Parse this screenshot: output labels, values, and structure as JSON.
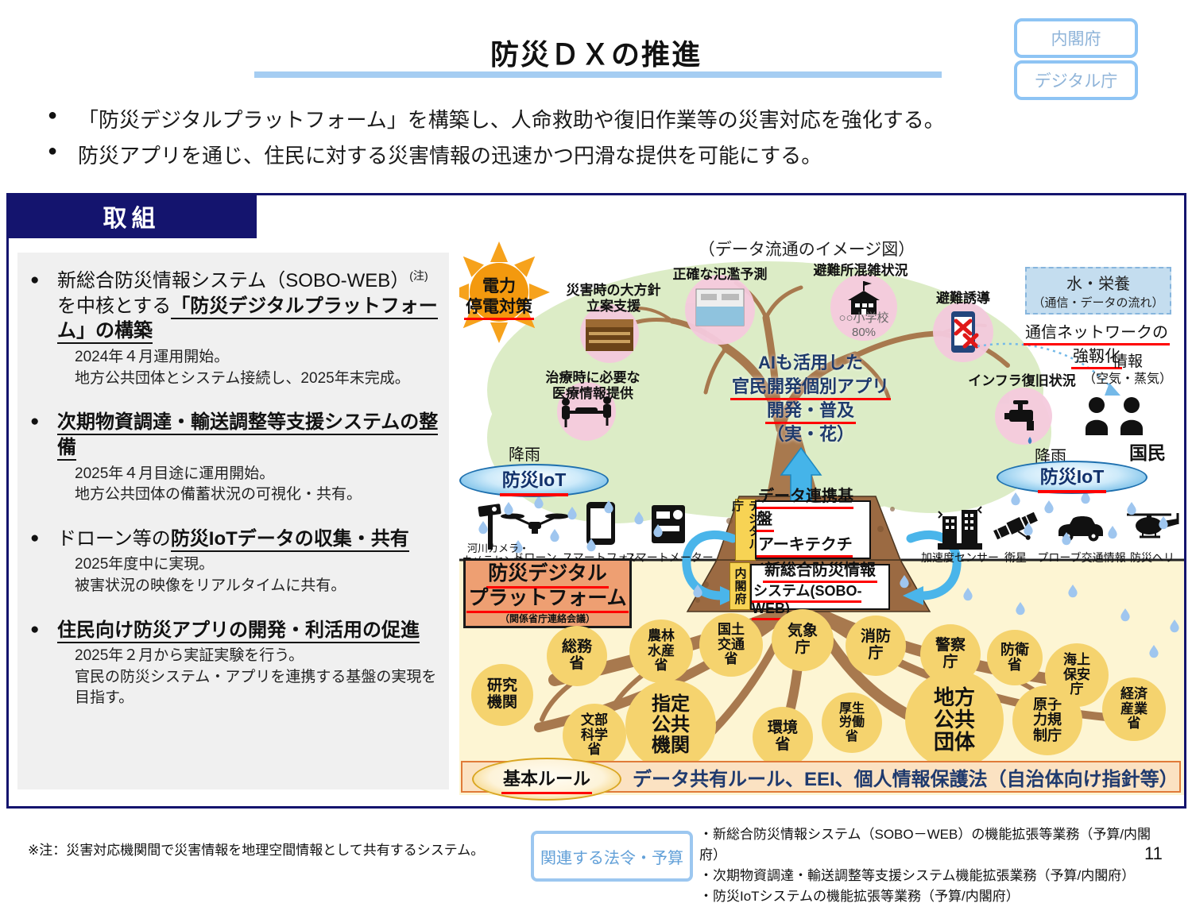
{
  "page": {
    "title": "防災ＤＸの推進",
    "badges": [
      "内閣府",
      "デジタル庁"
    ],
    "intro_bullets": [
      "「防災デジタルプラットフォーム」を構築し、人命救助や復旧作業等の災害対応を強化する。",
      "防災アプリを通じ、住民に対する災害情報の迅速かつ円滑な提供を可能にする。"
    ],
    "page_number": "11"
  },
  "initiatives": {
    "header": "取組",
    "item1": {
      "t1": "新総合防災情報システム（SOBO-WEB）",
      "sup": "(注)",
      "t2": "を中核とする",
      "emph": "「防災デジタルプラットフォーム」の構築",
      "d1": "2024年４月運用開始。",
      "d2": "地方公共団体とシステム接続し、2025年末完成。"
    },
    "item2": {
      "emph": "次期物資調達・輸送調整等支援システムの整備",
      "d1": "2025年４月目途に運用開始。",
      "d2": "地方公共団体の備蓄状況の可視化・共有。"
    },
    "item3": {
      "t1": "ドローン等の",
      "emph": "防災IoTデータの収集・共有",
      "d1": "2025年度中に実現。",
      "d2": "被害状況の映像をリアルタイムに共有。"
    },
    "item4": {
      "emph": "住民向け防災アプリの開発・利活用の促進",
      "d1": "2025年２月から実証実験を行う。",
      "d2": "官民の防災システム・アプリを連携する基盤の実現を目指す。"
    }
  },
  "diagram": {
    "caption": "（データ流通のイメージ図）",
    "sun": {
      "l1": "電力",
      "l2": "停電対策"
    },
    "labels": {
      "plan": "災害時の大方針\n立案支援",
      "flood": "正確な氾濫予測",
      "shelter": "避難所混雑状況",
      "school_note": "○○小学校\n80%",
      "evacuation": "避難誘導",
      "medical": "治療時に必要な\n医療情報提供",
      "infra": "インフラ復旧状況"
    },
    "center": {
      "l1": "AIも活用した",
      "l2": "官民開発個別アプリ",
      "l3": "開発・普及",
      "l4": "（実・花）"
    },
    "nutrition": {
      "l1": "水・栄養",
      "l2": "（通信・データの流れ）"
    },
    "network": {
      "l1": "通信ネットワークの",
      "l2": "強靱化"
    },
    "info": {
      "l1": "情報",
      "l2": "（空気・蒸気）"
    },
    "kokumin": "国民",
    "rain": "降雨",
    "iot": "防災IoT",
    "sensors_left": [
      "河川カメラ・\nカメラセンサー",
      "ドローン",
      "スマートフォン",
      "スマートメーター"
    ],
    "sensors_right": [
      "加速度センサー",
      "衛星",
      "プローブ交通情報",
      "防災ヘリ"
    ],
    "platform": {
      "l1": "防災デジタル",
      "l2": "プラットフォーム",
      "note": "（関係省庁連絡会議）"
    },
    "mound": {
      "tag1": "デジタル庁",
      "box1a": "データ連携基盤",
      "box1b": "アーキテクチャ",
      "tag2": "内閣府",
      "box2a": "新総合防災情報",
      "box2b": "システム(SOBO-WEB)"
    },
    "ministries": [
      "研究\n機関",
      "総務\n省",
      "文部\n科学\n省",
      "農林\n水産\n省",
      "指定\n公共\n機関",
      "国土\n交通\n省",
      "環境\n省",
      "気象\n庁",
      "消防\n庁",
      "厚生\n労働\n省",
      "警察\n庁",
      "地方\n公共\n団体",
      "防衛\n省",
      "原子\n力規\n制庁",
      "海上\n保安\n庁",
      "経済\n産業\n省"
    ],
    "base": {
      "oval": "基本ルール",
      "text": "データ共有ルール、EEI、個人情報保護法（自治体向け指針等）"
    }
  },
  "footer": {
    "note": "※注：災害対応機関間で災害情報を地理空間情報として共有するシステム。",
    "law_label": "関連する法令・予算",
    "lines": [
      "・新総合防災情報システム（SOBO－WEB）の機能拡張等業務（予算/内閣府）",
      "・次期物資調達・輸送調整等支援システム機能拡張業務（予算/内閣府）",
      "・防災IoTシステムの機能拡張等業務（予算/内閣府）"
    ]
  },
  "colors": {
    "navy": "#14146e",
    "accent_blue": "#9cc7f0",
    "underline_red": "#ff0000",
    "dark_blue_text": "#1f3a6e",
    "tree_green": "#dcecc6",
    "trunk_brown": "#a8794e",
    "circle_yellow": "#f5d36e",
    "ground_yellow": "#fdf5d3",
    "blossom_pink": "#f4cadd",
    "platform_salmon": "#ee9f72"
  }
}
